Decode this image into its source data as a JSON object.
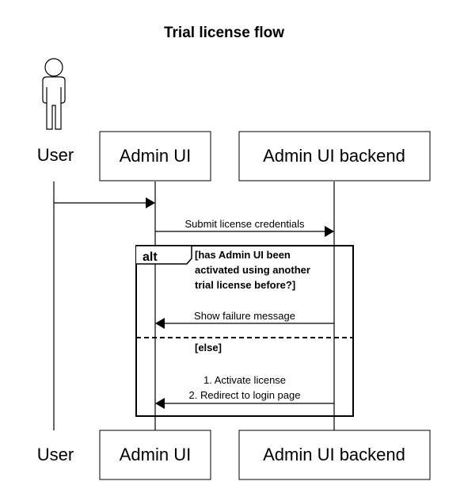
{
  "diagram": {
    "title": "Trial license flow",
    "participants": [
      {
        "id": "user",
        "label": "User",
        "kind": "actor",
        "icon": "stick-figure-icon"
      },
      {
        "id": "admin_ui",
        "label": "Admin UI",
        "kind": "box"
      },
      {
        "id": "backend",
        "label": "Admin UI backend",
        "kind": "box"
      }
    ],
    "messages": [
      {
        "from": "user",
        "to": "admin_ui",
        "lines": []
      },
      {
        "from": "admin_ui",
        "to": "backend",
        "lines": [
          "Submit license credentials"
        ]
      },
      {
        "from": "backend",
        "to": "admin_ui",
        "lines": [
          "Show failure message"
        ]
      },
      {
        "from": "backend",
        "to": "admin_ui",
        "lines": [
          "1. Activate license",
          "2. Redirect to login page"
        ]
      }
    ],
    "fragment": {
      "operator": "alt",
      "guard_lines": [
        "[has Admin UI been",
        "activated using another",
        "trial license before?]"
      ],
      "else_guard": "[else]"
    }
  }
}
